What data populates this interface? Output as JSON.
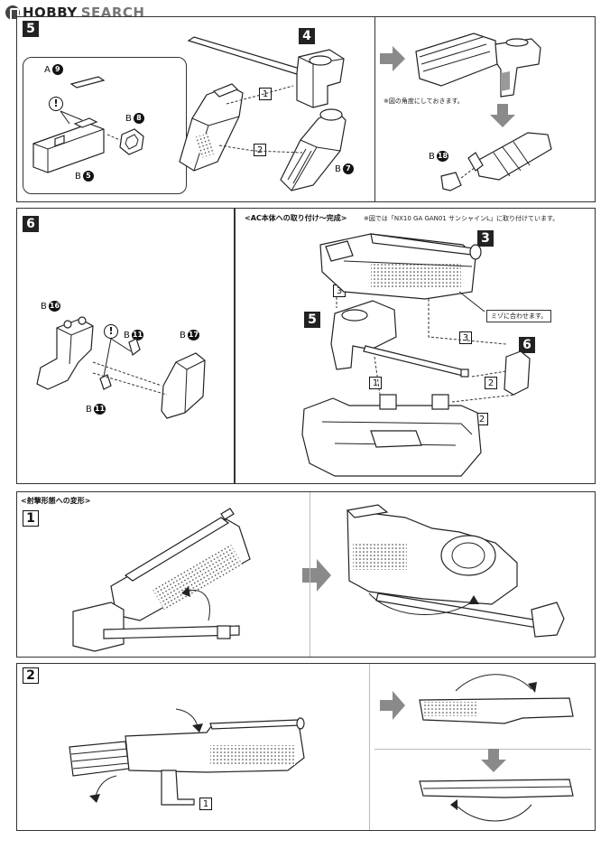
{
  "site": {
    "logo_hobby": "HOBBY",
    "logo_search": "SEARCH"
  },
  "step5": {
    "number": "5",
    "parts": {
      "a9_letter": "A",
      "a9_num": "9",
      "b8_letter": "B",
      "b8_num": "8",
      "b5_letter": "B",
      "b5_num": "5",
      "b7_letter": "B",
      "b7_num": "7",
      "b18_letter": "B",
      "b18_num": "18"
    },
    "callout_step": "4",
    "route_1": "1",
    "route_2": "2",
    "warning": "!",
    "note": "※図の角度にしておきます。"
  },
  "step6": {
    "number": "6",
    "parts": {
      "b16_letter": "B",
      "b16_num": "16",
      "b11a_letter": "B",
      "b11a_num": "11",
      "b17_letter": "B",
      "b17_num": "17",
      "b11b_letter": "B",
      "b11b_num": "11"
    },
    "warning": "!"
  },
  "ac_attach": {
    "heading": "<AC本体への取り付け～完成>",
    "note": "※図では「NX10 GA GAN01 サンシャインL」に取り付けています。",
    "callout_3": "3",
    "callout_5": "5",
    "callout_6": "6",
    "route_3a": "3",
    "route_3b": "3",
    "route_1": "1",
    "route_2a": "2",
    "route_2b": "2",
    "tag": "ミゾに合わせます。"
  },
  "transform": {
    "heading": "<射撃形態への変形>",
    "step1": "1",
    "step2": "2",
    "step2_callout": "1"
  },
  "colors": {
    "line": "#222222",
    "arrow": "#8a8a8a",
    "panel_border": "#333333"
  }
}
